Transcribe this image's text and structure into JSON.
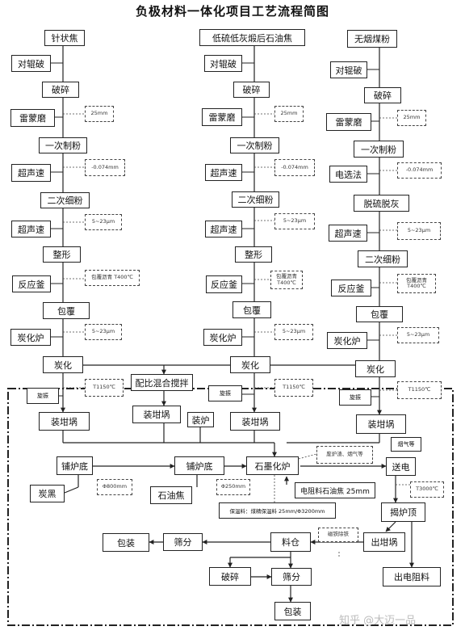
{
  "title": "负极材料一体化项目工艺流程简图",
  "watermark": "知乎 @大迈一品",
  "col1": {
    "raw": "针状焦",
    "roll_crush": "对辊破",
    "crush": "破碎",
    "raymond": "雷蒙磨",
    "size1": "25mm",
    "powder1": "一次制粉",
    "ultra1": "超声速",
    "size2": "-0.074mm",
    "powder2": "二次细粉",
    "ultra2": "超声速",
    "size3": "5~23μm",
    "shape": "整形",
    "reactor": "反应釜",
    "note_reactor": "包覆沥青 T400℃",
    "coat": "包覆",
    "carb_furnace": "炭化炉",
    "size4": "5~23μm",
    "carbonize": "炭化",
    "temp": "T1150℃",
    "rotate": "旋振",
    "load": "装坩埚",
    "furnace_bottom": "铺炉底",
    "carbon_black": "炭黑",
    "size_cb": "Φ800mm"
  },
  "col2": {
    "raw": "低硫低灰煅后石油焦",
    "roll_crush": "对辊破",
    "crush": "破碎",
    "raymond": "雷蒙磨",
    "size1": "25mm",
    "powder1": "一次制粉",
    "ultra1": "超声速",
    "size2": "-0.074mm",
    "powder2": "二次细粉",
    "ultra2": "超声速",
    "size3": "5~23μm",
    "shape": "整形",
    "reactor": "反应釜",
    "note_reactor": "包覆沥青 T400℃",
    "coat": "包覆",
    "carb_furnace": "炭化炉",
    "size4": "5~23μm",
    "carbonize": "炭化",
    "temp": "T1150℃",
    "rotate": "旋振",
    "load": "装坩埚"
  },
  "col3": {
    "raw": "无烟煤粉",
    "roll_crush": "对辊破",
    "crush": "破碎",
    "raymond": "雷蒙磨",
    "size1": "25mm",
    "powder1": "一次制粉",
    "electrostatic": "电选法",
    "size2": "-0.074mm",
    "desulf": "脱硫脱灰",
    "ultra": "超声速",
    "size3": "5~23μm",
    "powder2": "二次细粉",
    "reactor": "反应釜",
    "note_reactor": "包覆沥青 T400℃",
    "coat": "包覆",
    "carb_furnace": "炭化炉",
    "size4": "5~23μm",
    "carbonize": "炭化",
    "temp": "T1150℃",
    "rotate": "旋振",
    "load": "装坩埚"
  },
  "center": {
    "mix": "配比混合搅拌",
    "load": "装坩埚",
    "furnace_load": "装炉",
    "furnace_bottom": "铺炉底",
    "petcoke": "石油焦",
    "size_petcoke": "Φ250mm",
    "graphitize": "石墨化炉",
    "resistor": "电阻料石油焦 25mm",
    "note_gas": "废炉渣、烟气等",
    "note_insul": "保温料：煤精保温料 25mm/Φ3200mm"
  },
  "right": {
    "gas": "烟气等",
    "power": "送电",
    "temp": "T3000℃",
    "lift": "揭炉顶",
    "unload": "出坩埚",
    "resistor_out": "出电阻料"
  },
  "bottom": {
    "bin": "料仓",
    "bin_note": "磁铁除铁",
    "sieve1": "筛分",
    "pack1": "包装",
    "crush": "破碎",
    "sieve2": "筛分",
    "pack2": "包装"
  }
}
